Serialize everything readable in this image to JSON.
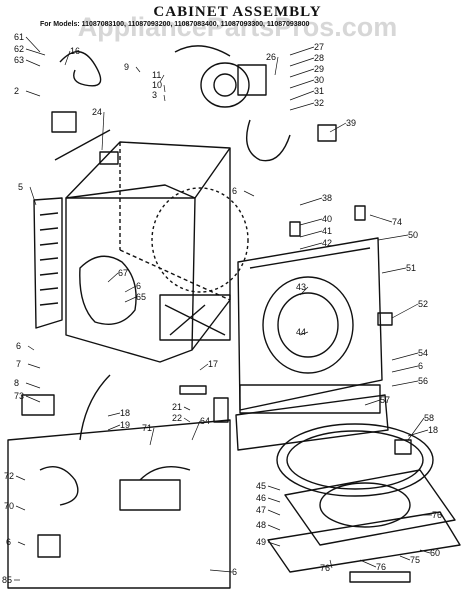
{
  "diagram": {
    "title": "CABINET ASSEMBLY",
    "model_line": "For Models: 11087083100, 11087093200, 11087083400, 11087093300, 11087093800",
    "watermark": "AppliancePartsPros.com",
    "callouts": [
      "61",
      "62",
      "16",
      "63",
      "9",
      "11",
      "10",
      "3",
      "2",
      "24",
      "27",
      "28",
      "26",
      "29",
      "30",
      "31",
      "32",
      "39",
      "5",
      "6",
      "38",
      "74",
      "40",
      "41",
      "42",
      "50",
      "51",
      "67",
      "6",
      "65",
      "52",
      "43",
      "44",
      "54",
      "6",
      "56",
      "6",
      "7",
      "8",
      "73",
      "17",
      "18",
      "19",
      "21",
      "22",
      "57",
      "58",
      "18",
      "64",
      "71",
      "72",
      "70",
      "6",
      "45",
      "46",
      "47",
      "48",
      "49",
      "76",
      "76",
      "75",
      "76",
      "60",
      "85",
      "6"
    ]
  }
}
